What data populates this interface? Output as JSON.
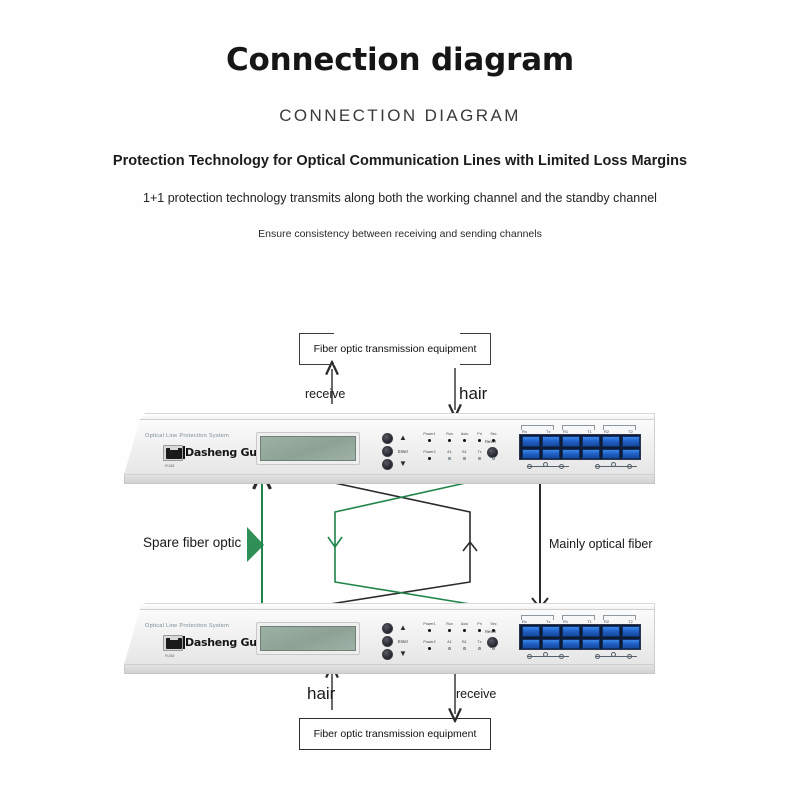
{
  "header": {
    "title": "Connection diagram",
    "subtitle": "CONNECTION DIAGRAM",
    "tagline1": "Protection Technology for Optical Communication Lines with Limited Loss Margins",
    "tagline2": "1+1 protection technology transmits along both the working channel and the standby channel",
    "tagline3": "Ensure consistency between receiving and sending channels"
  },
  "diagram": {
    "callout_top": "Fiber optic transmission equipment",
    "callout_bottom": "Fiber optic transmission equipment",
    "label_receive_top": "receive",
    "label_hair_top": "hair",
    "label_hair_bottom": "hair",
    "label_receive_bottom": "receive",
    "label_spare_fiber": "Spare fiber optic",
    "label_main_fiber": "Mainly optical fiber",
    "colors": {
      "spare_fiber": "#1e8449",
      "main_fiber": "#2b2b2b",
      "connector_blue": "#1f5fc4",
      "lcd_green": "#8da295"
    }
  },
  "device": {
    "model_line": "Optical Line Protection System",
    "brand": "Dasheng Guang",
    "port_label": "RJ45",
    "enter_label": "Enter",
    "reset_label": "Reset",
    "up_arrow": "▲",
    "down_arrow": "▼",
    "led_row1": [
      "Power1",
      "Run",
      "Auto",
      "Pri",
      "Sec"
    ],
    "led_row2": [
      "Power2",
      "A1",
      "B1",
      "Tx",
      "LS"
    ],
    "fiber_groups": [
      {
        "left": "Rx",
        "right": "Tx"
      },
      {
        "left": "R1",
        "right": "T1"
      },
      {
        "left": "R2",
        "right": "T2"
      }
    ]
  }
}
